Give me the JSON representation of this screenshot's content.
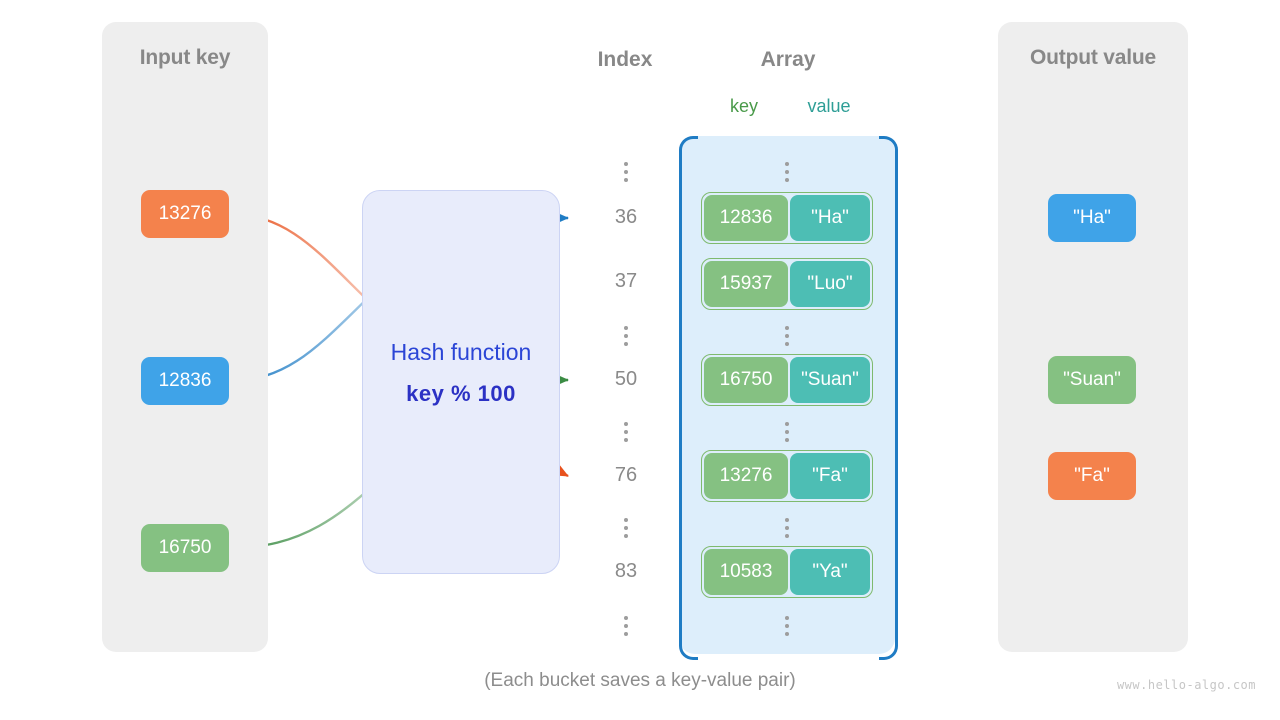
{
  "panels": {
    "input": {
      "title": "Input key"
    },
    "output": {
      "title": "Output value"
    }
  },
  "hash": {
    "title": "Hash function",
    "formula": "key % 100"
  },
  "headers": {
    "index": "Index",
    "array": "Array",
    "key": "key",
    "value": "value"
  },
  "input_keys": [
    {
      "label": "13276",
      "color": "#f4824c"
    },
    {
      "label": "12836",
      "color": "#3fa3e8"
    },
    {
      "label": "16750",
      "color": "#85c182"
    }
  ],
  "index_column": [
    "⋮",
    "36",
    "37",
    "⋮",
    "50",
    "⋮",
    "76",
    "⋮",
    "83",
    "⋮"
  ],
  "indices": [
    {
      "label": "36"
    },
    {
      "label": "37"
    },
    {
      "label": "50"
    },
    {
      "label": "76"
    },
    {
      "label": "83"
    }
  ],
  "buckets": [
    {
      "key": "12836",
      "value": "\"Ha\""
    },
    {
      "key": "15937",
      "value": "\"Luo\""
    },
    {
      "key": "16750",
      "value": "\"Suan\""
    },
    {
      "key": "13276",
      "value": "\"Fa\""
    },
    {
      "key": "10583",
      "value": "\"Ya\""
    }
  ],
  "output_values": [
    {
      "label": "\"Ha\"",
      "color": "#3fa3e8"
    },
    {
      "label": "\"Suan\"",
      "color": "#85c182"
    },
    {
      "label": "\"Fa\"",
      "color": "#f4824c"
    }
  ],
  "caption": "(Each bucket saves a key-value pair)",
  "watermark": "www.hello-algo.com",
  "colors": {
    "orange": "#f4824c",
    "blue": "#3fa3e8",
    "green": "#85c182",
    "teal": "#4dbeb4",
    "array_bg": "#ddeefb",
    "bracket": "#1f7cc4",
    "hash_bg": "#e8ecfb",
    "hash_text": "#2b45d6",
    "panel_bg": "#eeeeee",
    "label_gray": "#888888"
  }
}
